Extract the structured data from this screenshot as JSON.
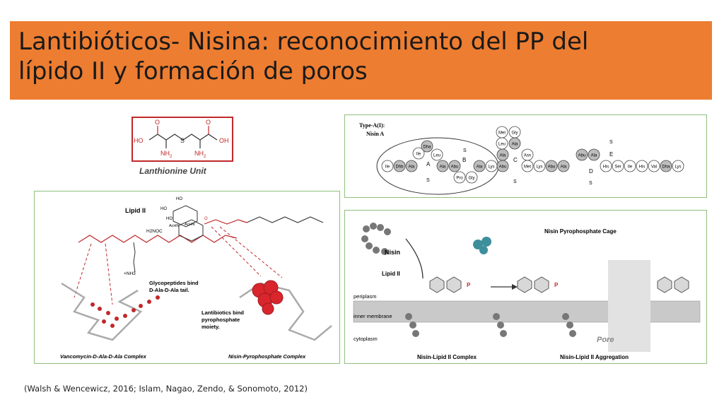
{
  "title": {
    "line1": "Lantibióticos- Nisina: reconocimiento del PP del",
    "line2": "lípido II y formación de poros"
  },
  "lanthionine": {
    "caption": "Lanthionine Unit",
    "atoms": {
      "ho": "HO",
      "oh": "OH",
      "o1": "O",
      "o2": "O",
      "s": "S",
      "nh2a": "NH",
      "nh2b": "NH",
      "sub2a": "2",
      "sub2b": "2"
    }
  },
  "lipid": {
    "label": "Lipid II",
    "atoms": {
      "ho1": "HO",
      "ho2": "HO",
      "ho3": "HO",
      "achn1": "AcHN",
      "achn2": "AcHN",
      "o": "O",
      "h2noc": "H2NOC",
      "nh3": "+NH3"
    },
    "glyco_text": [
      "Glycopeptides bind",
      "D-Ala-D-Ala tail."
    ],
    "lanti_text": [
      "Lantibiotics bind",
      "pyrophosphate",
      "moiety."
    ],
    "caption_left": "Vancomycin-D-Ala-D-Ala Complex",
    "caption_right": "Nisin-Pyrophosphate Complex"
  },
  "nisin_seq": {
    "type_label": "Type-A(I):",
    "name": "Nisin A",
    "ring_labels": [
      "A",
      "B",
      "C",
      "D",
      "E"
    ],
    "s_label": "S",
    "residues_row": [
      "Ile",
      "Dhb",
      "Ala",
      "Ile",
      "Dha",
      "Leu",
      "Ala",
      "Abu",
      "Pro",
      "Gly",
      "Ala",
      "Lys",
      "Abu",
      "Ala",
      "Leu",
      "Met",
      "Gly",
      "Ala",
      "Asn",
      "Met",
      "Lys",
      "Abu",
      "Ala",
      "Abu",
      "Ala",
      "His",
      "Ser",
      "Ile",
      "His",
      "Val",
      "Dha",
      "Lys"
    ]
  },
  "mechanism": {
    "cage_label": "Nisin Pyrophosphate Cage",
    "nisin": "Nisin",
    "lipid": "Lipid II",
    "p": "P",
    "periplasm": "periplasm",
    "inner_membrane": "inner membrane",
    "cytoplasm": "cytoplasm",
    "pore": "Pore",
    "caption_left": "Nisin-Lipid II Complex",
    "caption_right": "Nisin-Lipid II Aggregation"
  },
  "citation": "(Walsh & Wencewicz, 2016; Islam, Nagao, Zendo, & Sonomoto, 2012)",
  "colors": {
    "title_bg": "#ed7d31",
    "frame": "#8fbf7f",
    "red": "#c0282a"
  }
}
